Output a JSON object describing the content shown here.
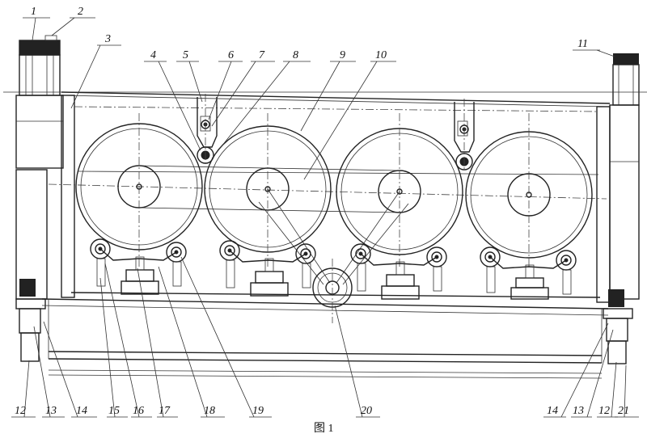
{
  "figure": {
    "caption": "图 1"
  },
  "callouts_top": [
    "1",
    "2",
    "3",
    "4",
    "5",
    "6",
    "7",
    "8",
    "9",
    "10",
    "11"
  ],
  "callouts_bottom": [
    "12",
    "13",
    "14",
    "15",
    "16",
    "17",
    "18",
    "19",
    "20",
    "14",
    "13",
    "12",
    "21"
  ]
}
